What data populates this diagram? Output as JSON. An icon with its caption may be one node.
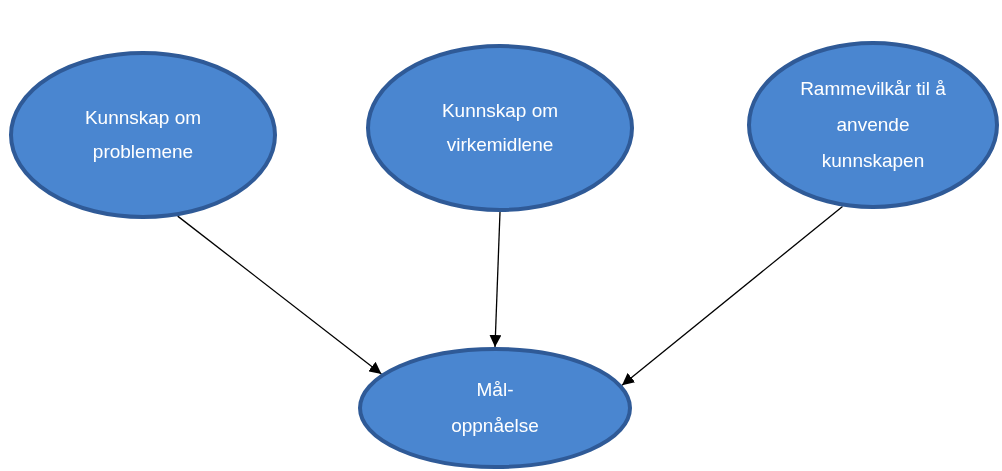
{
  "diagram": {
    "nodes": [
      {
        "text": [
          "Kunnskap om problemene"
        ]
      },
      {
        "text": [
          "Kunnskap om virkemidlene"
        ]
      },
      {
        "text": [
          "Rammevilkår til å anvende kunnskapen"
        ]
      },
      {
        "text": [
          "Mål- oppnåelse"
        ]
      }
    ],
    "edges": [
      {
        "from": 0,
        "to": 3,
        "arrow": "to"
      },
      {
        "from": 1,
        "to": 3,
        "arrow": "to"
      },
      {
        "from": 2,
        "to": 3,
        "arrow": "to"
      }
    ]
  }
}
